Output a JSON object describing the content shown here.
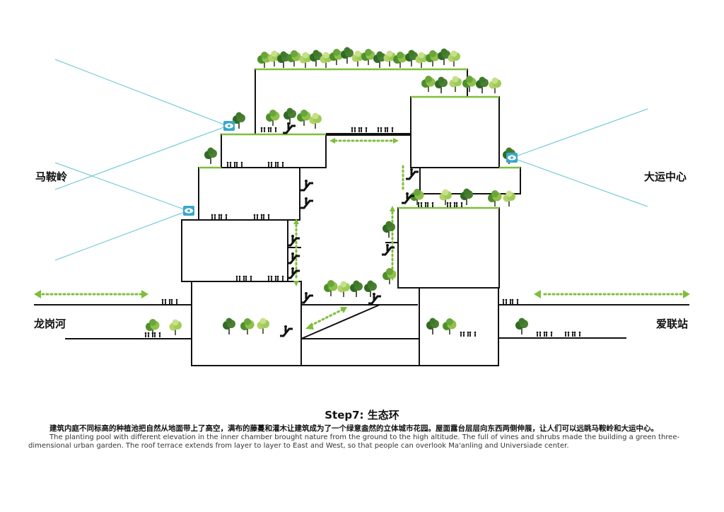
{
  "labels": {
    "maanling": "马鞍岭",
    "dayun": "大运中心",
    "longgang": "龙岗河",
    "ailian": "爱联站"
  },
  "caption": {
    "title": "Step7: 生态环",
    "chinese": "建筑内庭不同标高的种植池把自然从地面带上了高空，满布的藤蔓和灌木让建筑成为了一个绿意盎然的立体城市花园。屋面露台层层向东西两侧伸展，让人们可以远眺马鞍岭和大运中心。",
    "english": "The planting pool with different elevation in the inner chamber brought nature from the ground to the high altitude. The full of vines and shrubs made the building a green three-dimensional urban garden. The roof terrace extends from layer to layer to East and West, so that people can overlook Ma'anling and Universiade center."
  },
  "colors": {
    "line": "#111111",
    "green": "#7dbf3a",
    "sightline": "#5fc3d6",
    "eye_bg": "#3ba7c9"
  },
  "icons": [
    "eye-icon",
    "escalator-icon",
    "tree-icon",
    "person-icon",
    "double-arrow-icon"
  ]
}
